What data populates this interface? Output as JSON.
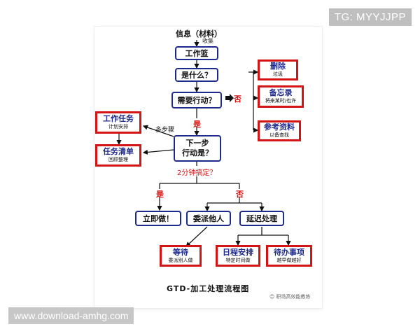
{
  "badges": {
    "top_right": "TG: MYYJJPP",
    "bottom_left": "www.download-amhg.com"
  },
  "flow": {
    "start_label": "信息（材料）",
    "start_sub": "收集",
    "inbox": "工作篮",
    "what": "是什么？",
    "action_needed": "需要行动？",
    "no": "否",
    "yes": "是",
    "multi_step": "多步骤",
    "next_step_line1": "下一步",
    "next_step_line2": "行动是？",
    "two_min": "2分钟搞定？",
    "yes2": "是",
    "no2": "否",
    "do_now": "立即做！",
    "delegate": "委派他人",
    "defer": "延迟处理",
    "caption": "GTD-加工处理流程图",
    "watermark": "职场高效能教练"
  },
  "red_boxes": {
    "delete": {
      "title": "删除",
      "sub": "垃圾"
    },
    "memo": {
      "title": "备忘录",
      "sub": "将来某时/也许"
    },
    "reference": {
      "title": "参考资料",
      "sub": "以备查找"
    },
    "project": {
      "title": "工作任务",
      "sub": "计划安排"
    },
    "task_list": {
      "title": "任务清单",
      "sub": "回顾整理"
    },
    "waiting": {
      "title": "等待",
      "sub": "委派别人做"
    },
    "calendar": {
      "title": "日程安排",
      "sub": "特定时间做"
    },
    "todo": {
      "title": "待办事项",
      "sub": "越早做越好"
    }
  },
  "colors": {
    "box_border": "#1e2b8c",
    "red_border": "#d21414",
    "label_red": "#d21414"
  }
}
